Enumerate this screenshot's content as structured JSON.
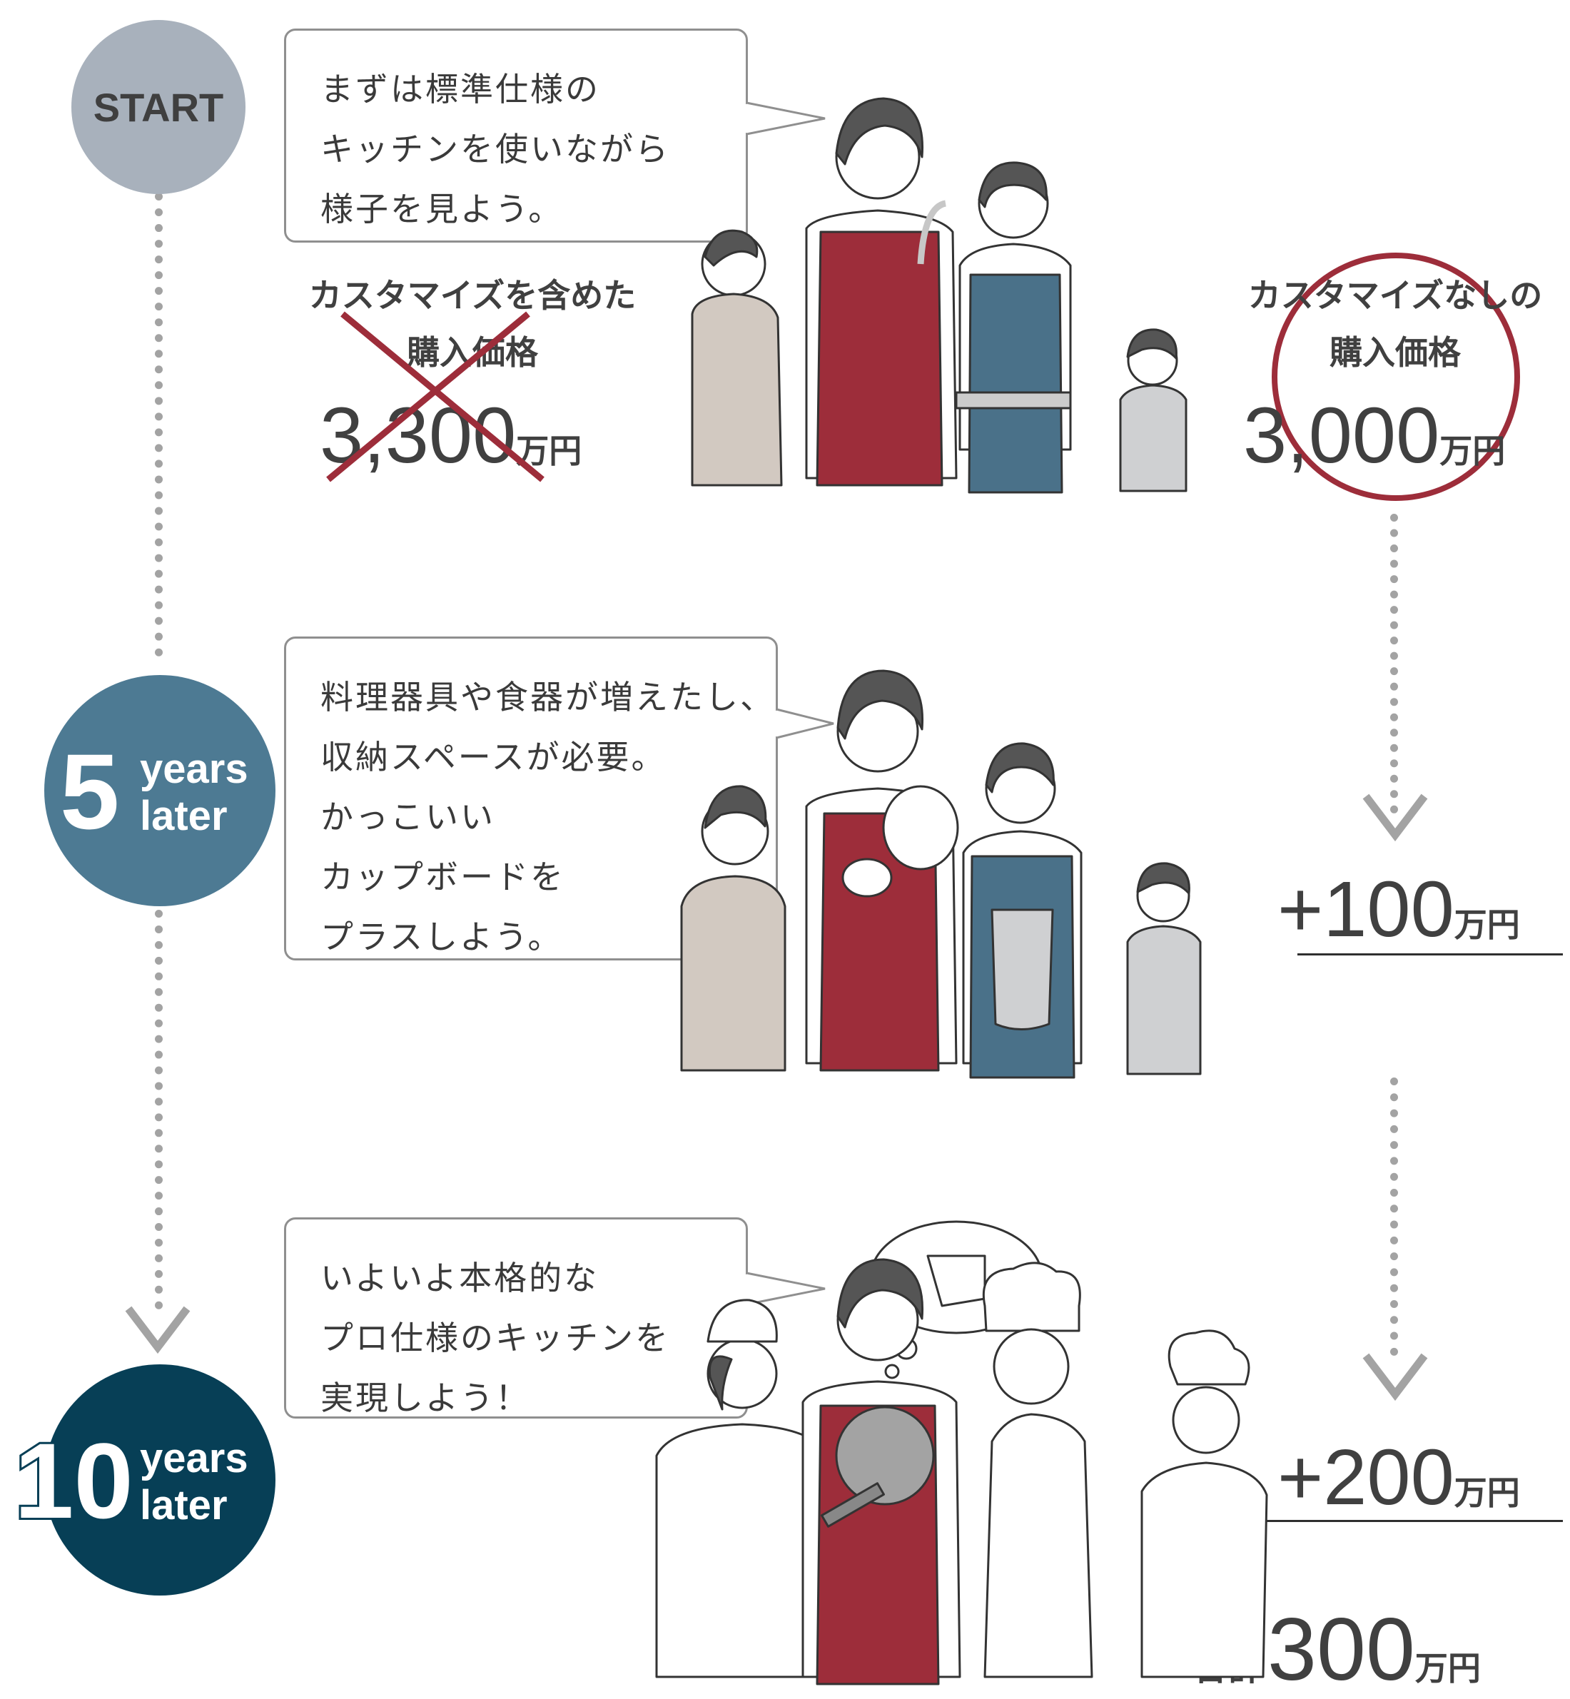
{
  "timeline": {
    "start": "START",
    "five": {
      "number": "5",
      "line1": "years",
      "line2": "later"
    },
    "ten": {
      "number": "10",
      "line1": "years",
      "line2": "later"
    }
  },
  "bubbles": [
    {
      "lines": [
        "まずは標準仕様の",
        "キッチンを使いながら",
        "様子を見よう。"
      ]
    },
    {
      "lines": [
        "料理器具や食器が増えたし、",
        "収納スペースが必要。",
        "かっこいい",
        "カップボードを",
        "プラスしよう。"
      ]
    },
    {
      "lines": [
        "いよいよ本格的な",
        "プロ仕様のキッチンを",
        "実現しよう！"
      ]
    }
  ],
  "custom": {
    "label1": "カスタマイズを含めた",
    "label2": "購入価格",
    "amount": "3,300",
    "unit": "万円"
  },
  "standard": {
    "label1": "カスタマイズなしの",
    "label2": "購入価格",
    "amount": "3,000",
    "unit": "万円"
  },
  "add1": {
    "amount": "+100",
    "unit": "万円"
  },
  "add2": {
    "amount": "+200",
    "unit": "万円"
  },
  "total": {
    "label": "合計",
    "amount": "300",
    "unit": "万円"
  },
  "colors": {
    "start": "#a8b1bc",
    "five": "#4d7a93",
    "ten": "#073f56",
    "apron_red": "#9d2d3a",
    "apron_blue": "#4a7189",
    "beige": "#d2c9c1",
    "grey": "#cfd0d2"
  }
}
